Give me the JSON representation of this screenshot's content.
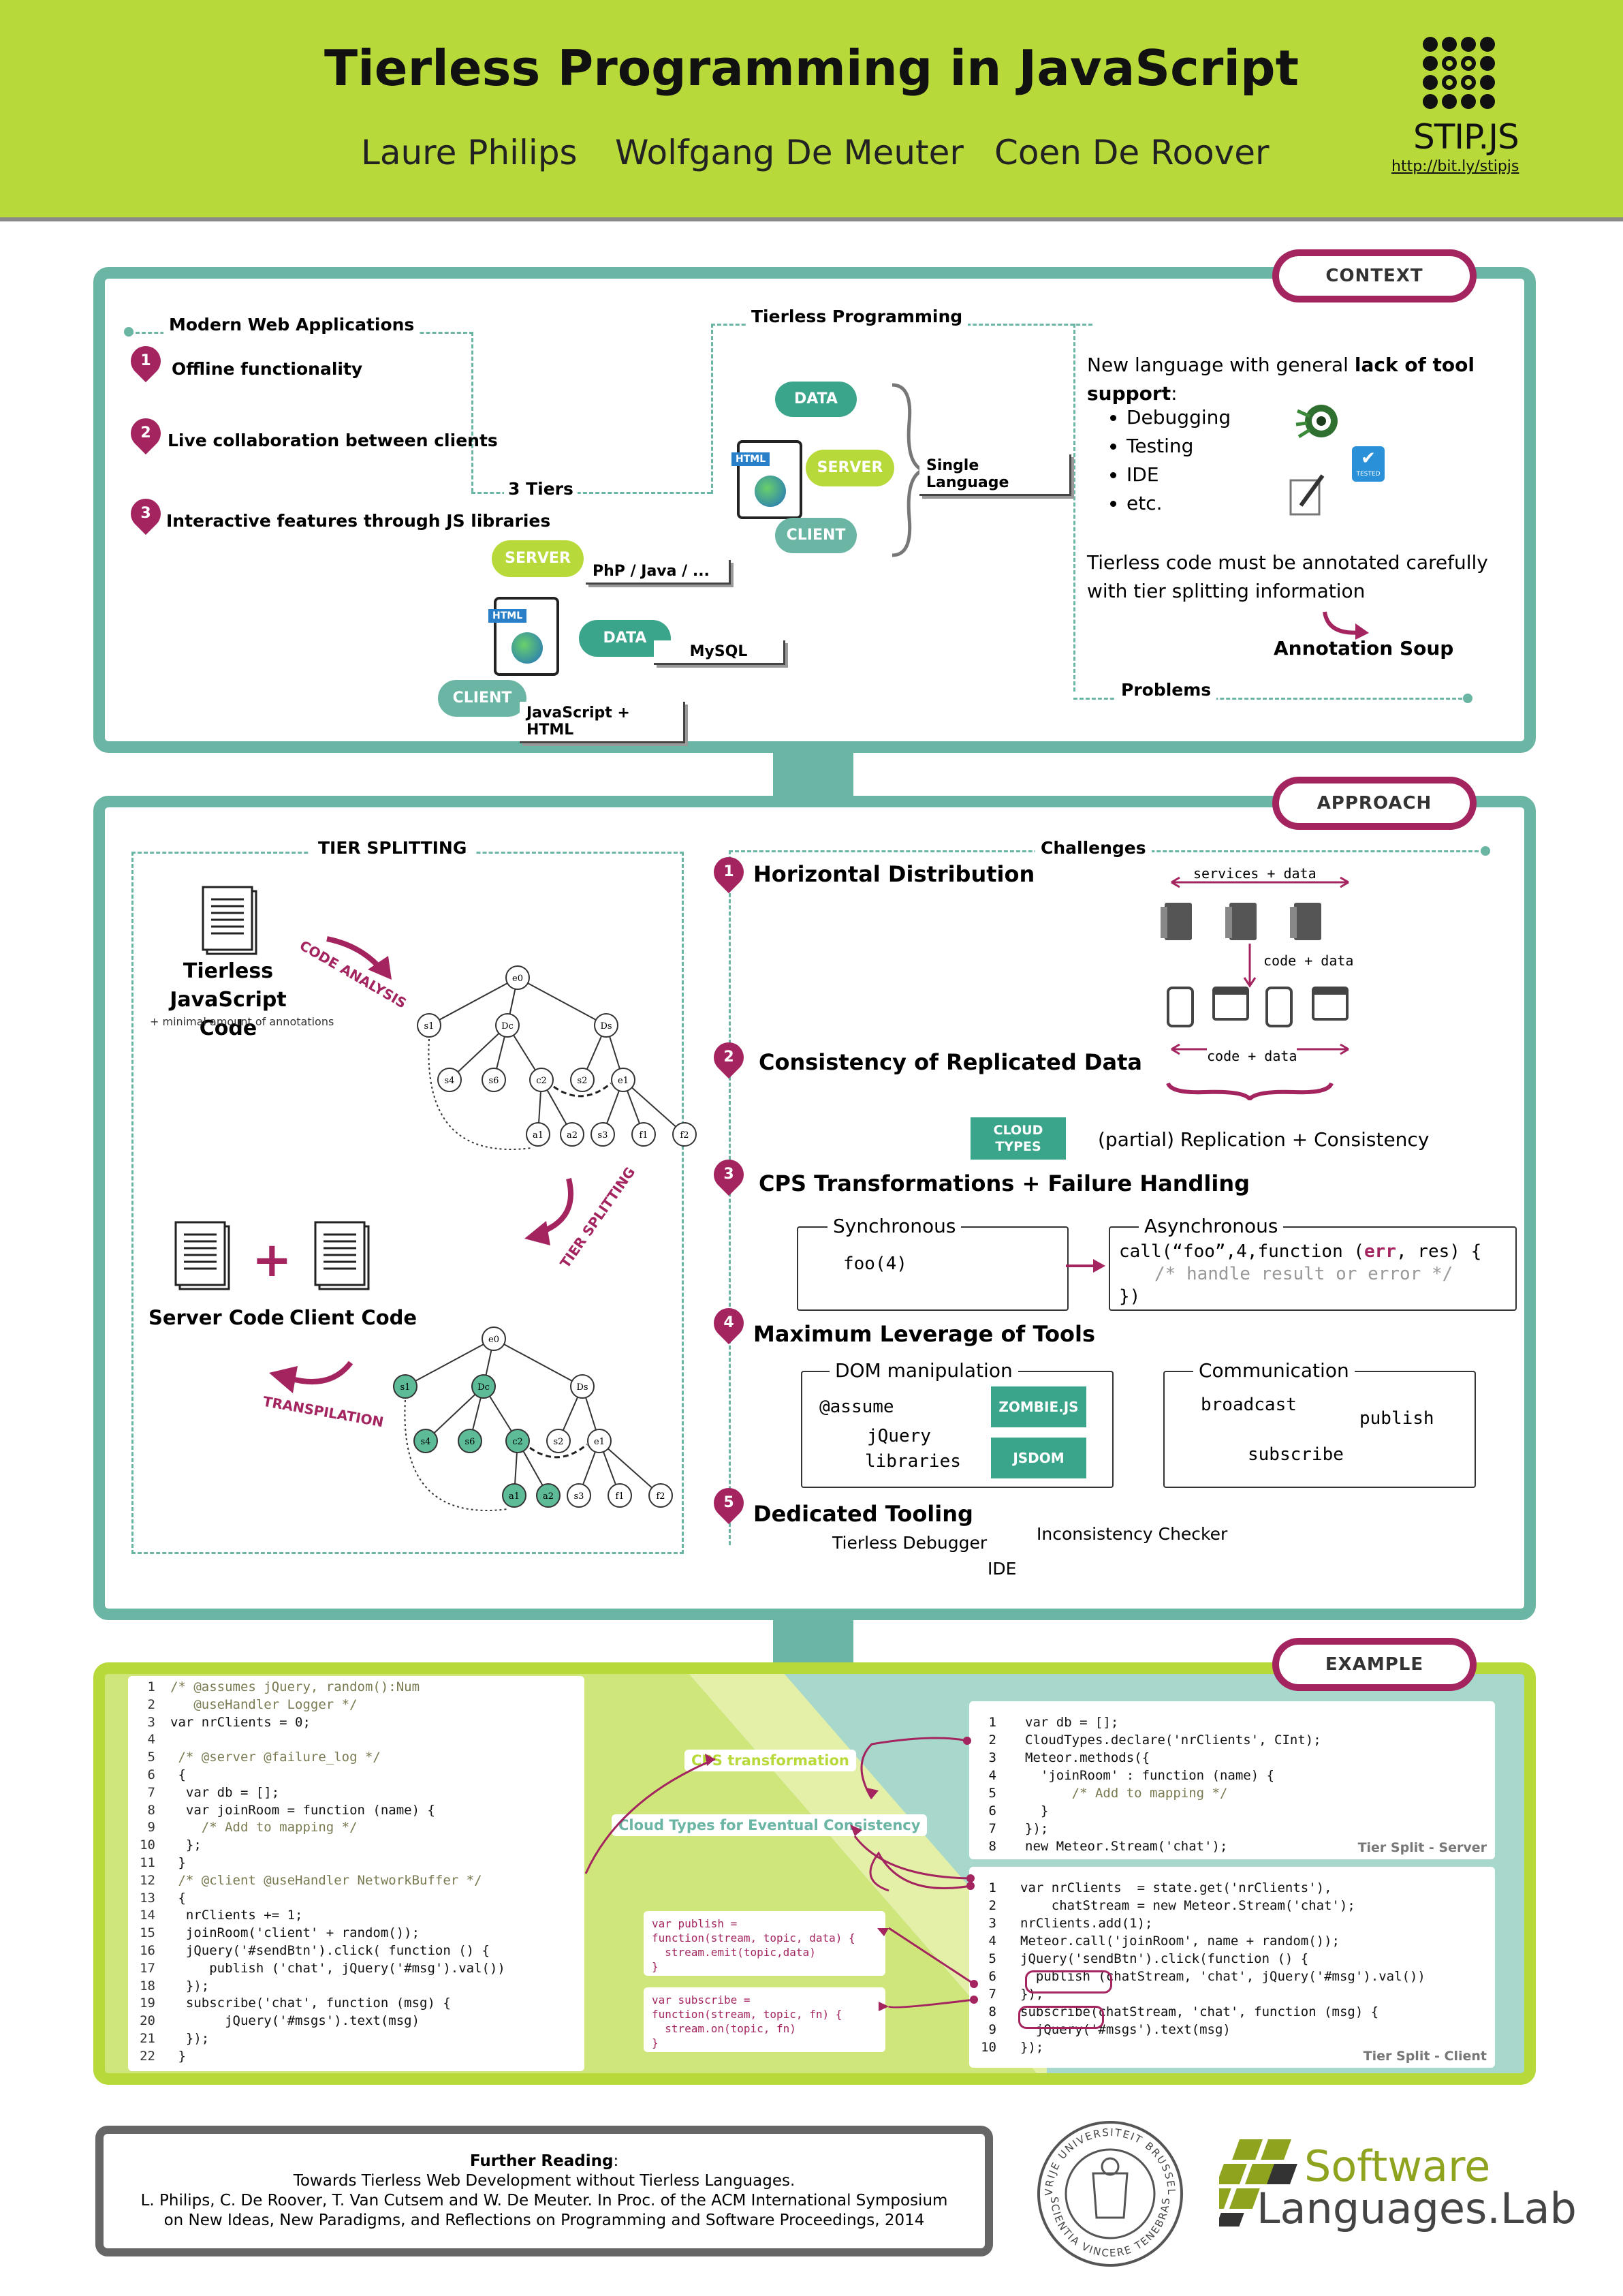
{
  "header": {
    "title": "Tierless Programming in JavaScript",
    "authors": [
      "Laure Philips",
      "Wolfgang De Meuter",
      "Coen De Roover"
    ],
    "logo_text": "STIP.JS",
    "logo_url": "http://bit.ly/stipjs"
  },
  "context": {
    "tag": "CONTEXT",
    "modern_title": "Modern Web Applications",
    "modern_items": [
      {
        "num": "1",
        "label": "Offline functionality"
      },
      {
        "num": "2",
        "label": "Live collaboration between clients"
      },
      {
        "num": "3",
        "label": "Interactive features through JS libraries"
      }
    ],
    "three_tiers": "3 Tiers",
    "tiers": {
      "server": "SERVER",
      "server_label": "PhP / Java / ...",
      "data": "DATA",
      "data_label": "MySQL",
      "client": "CLIENT",
      "client_label": "JavaScript + HTML"
    },
    "tierless_title": "Tierless Programming",
    "tierless_pills": [
      "DATA",
      "SERVER",
      "CLIENT"
    ],
    "single_language": "Single Language",
    "html_badge": "HTML",
    "problems_intro_a": "New language with general ",
    "problems_intro_b": "lack of tool support",
    "problems_intro_c": ":",
    "problems_list": [
      "Debugging",
      "Testing",
      "IDE",
      "etc."
    ],
    "tested_badge": "TESTED",
    "annotated": "Tierless code must be annotated carefully with tier splitting information",
    "annotation_soup": "Annotation Soup",
    "problems_title": "Problems"
  },
  "approach": {
    "tag": "APPROACH",
    "tier_splitting": "TIER SPLITTING",
    "tierless_code": "Tierless JavaScript Code",
    "annotations_note": "+ minimal amount of annotations",
    "code_analysis": "CODE ANALYSIS",
    "tier_split_arrow": "TIER SPLITTING",
    "transpilation": "TRANSPILATION",
    "server_code": "Server Code",
    "client_code": "Client Code",
    "plus": "+",
    "graph_nodes": [
      "e0",
      "s1",
      "Dc",
      "Ds",
      "s4",
      "s6",
      "c2",
      "s2",
      "e1",
      "a1",
      "a2",
      "s3",
      "f1",
      "f2"
    ],
    "challenges": "Challenges",
    "items": [
      {
        "num": "1",
        "label": "Horizontal Distribution"
      },
      {
        "num": "2",
        "label": "Consistency of Replicated Data"
      },
      {
        "num": "3",
        "label": "CPS Transformations + Failure Handling"
      },
      {
        "num": "4",
        "label": "Maximum Leverage of Tools"
      },
      {
        "num": "5",
        "label": "Dedicated Tooling"
      }
    ],
    "services_data": "services + data",
    "code_data": "code + data",
    "code_data2": "code + data",
    "cloud_types": "CLOUD TYPES",
    "replication": "(partial) Replication + Consistency",
    "synchronous": "Synchronous",
    "sync_code": "foo(4)",
    "asynchronous": "Asynchronous",
    "async_l1a": "call(“foo”,4,function (",
    "async_err": "err",
    "async_l1b": ", res) {",
    "async_comment": "/* handle result or error */",
    "async_l3": "})",
    "dom_manipulation": "DOM manipulation",
    "assume": "@assume",
    "jquery": "jQuery",
    "libraries": "libraries",
    "zombie": "ZOMBIE.JS",
    "jsdom": "JSDOM",
    "communication": "Communication",
    "broadcast": "broadcast",
    "publish": "publish",
    "subscribe": "subscribe",
    "tierless_debugger": "Tierless Debugger",
    "inconsistency_checker": "Inconsistency Checker",
    "ide": "IDE"
  },
  "example": {
    "tag": "EXAMPLE",
    "source_lines": [
      "/* @assumes jQuery, random():Num",
      "   @useHandler Logger */",
      "var nrClients = 0;",
      "",
      " /* @server @failure_log */",
      " {",
      "  var db = [];",
      "  var joinRoom = function (name) {",
      "    /* Add to mapping */",
      "  };",
      " }",
      " /* @client @useHandler NetworkBuffer */",
      " {",
      "  nrClients += 1;",
      "  joinRoom('client' + random());",
      "  jQuery('#sendBtn').click( function () {",
      "     publish ('chat', jQuery('#msg').val())",
      "  });",
      "  subscribe('chat', function (msg) {",
      "       jQuery('#msgs').text(msg)",
      "  });",
      " }"
    ],
    "cps_label": "CPS transformation",
    "cloud_label": "Cloud Types for Eventual Consistency",
    "server_lines": [
      "var db = [];",
      "CloudTypes.declare('nrClients', CInt);",
      "Meteor.methods({",
      "  'joinRoom' : function (name) {",
      "      /* Add to mapping */",
      "  }",
      "});",
      "new Meteor.Stream('chat');"
    ],
    "server_caption": "Tier Split - Server",
    "client_lines": [
      "var nrClients  = state.get('nrClients'),",
      "    chatStream = new Meteor.Stream('chat');",
      "nrClients.add(1);",
      "Meteor.call('joinRoom', name + random());",
      "jQuery('sendBtn').click(function () {",
      "  publish (chatStream, 'chat', jQuery('#msg').val())",
      "});",
      "subscribe(chatStream, 'chat', function (msg) {",
      "  jQuery('#msgs').text(msg)",
      "});"
    ],
    "client_caption": "Tier Split - Client",
    "publish_snippet": [
      "var publish =",
      "function(stream, topic, data) {",
      "  stream.emit(topic,data)",
      "}"
    ],
    "subscribe_snippet": [
      "var subscribe =",
      "function(stream, topic, fn) {",
      "  stream.on(topic, fn)",
      "}"
    ]
  },
  "footer": {
    "further_reading": "Further Reading",
    "colon": ":",
    "line1": "Towards Tierless Web Development without Tierless Languages.",
    "line2": "L. Philips, C. De Roover, T. Van Cutsem and W. De Meuter. In Proc. of the ACM International Symposium",
    "line3": "on New Ideas, New Paradigms, and Reflections on Programming and Software Proceedings, 2014",
    "seal_top": "VRIJE UNIVERSITEIT BRUSSEL",
    "seal_bottom": "SCIENTIA VINCERE TENEBRAS",
    "lab_line1": "Software",
    "lab_line2": "Languages.Lab"
  },
  "colors": {
    "lime": "#b7d93a",
    "teal": "#6ab5a3",
    "magenta": "#a3245f",
    "green_pill": "#3aa58b"
  }
}
